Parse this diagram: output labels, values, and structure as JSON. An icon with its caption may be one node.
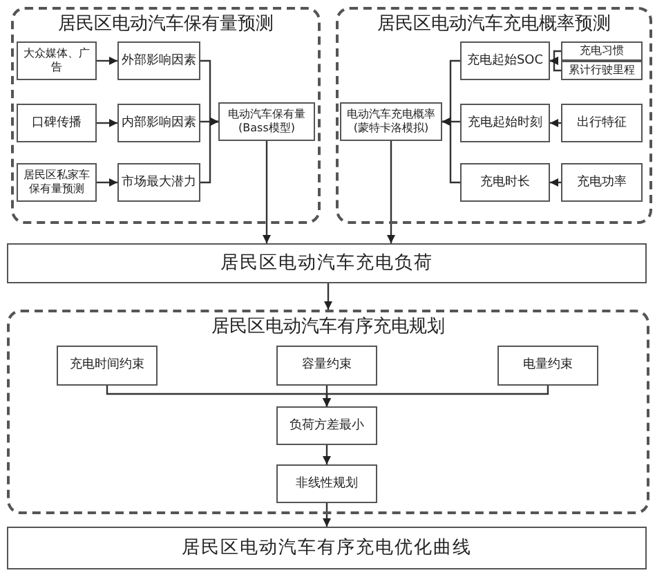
{
  "diagram": {
    "nodes": [
      {
        "text": [
          "居民区电动汽车保有量预测"
        ]
      },
      {
        "text": [
          "大众媒体、广告"
        ],
        "in": 0
      },
      {
        "text": [
          "外部影响因素"
        ],
        "in": 0
      },
      {
        "text": [
          "口碑传播"
        ],
        "in": 0
      },
      {
        "text": [
          "内部影响因素"
        ],
        "in": 0
      },
      {
        "text": [
          "居民区私家车保有量预测"
        ],
        "in": 0
      },
      {
        "text": [
          "市场最大潜力"
        ],
        "in": 0
      },
      {
        "text": [
          "电动汽车保有量 (Bass模型)"
        ],
        "in": 0
      },
      {
        "text": [
          "居民区电动汽车充电概率预测"
        ]
      },
      {
        "text": [
          "电动汽车充电概率 (蒙特卡洛模拟)"
        ],
        "in": 8
      },
      {
        "text": [
          "充电起始SOC"
        ],
        "in": 8
      },
      {
        "text": [
          "充电习惯"
        ],
        "in": 8
      },
      {
        "text": [
          "累计行驶里程"
        ],
        "in": 8
      },
      {
        "text": [
          "充电起始时刻"
        ],
        "in": 8
      },
      {
        "text": [
          "出行特征"
        ],
        "in": 8
      },
      {
        "text": [
          "充电时长"
        ],
        "in": 8
      },
      {
        "text": [
          "充电功率"
        ],
        "in": 8
      },
      {
        "text": [
          "居民区电动汽车充电负荷"
        ]
      },
      {
        "text": [
          "居民区电动汽车有序充电规划"
        ]
      },
      {
        "text": [
          "充电时间约束"
        ],
        "in": 18
      },
      {
        "text": [
          "容量约束"
        ],
        "in": 18
      },
      {
        "text": [
          "电量约束"
        ],
        "in": 18
      },
      {
        "text": [
          "负荷方差最小"
        ],
        "in": 18
      },
      {
        "text": [
          "非线性规划"
        ],
        "in": 18
      },
      {
        "text": [
          "居民区电动汽车有序充电优化曲线"
        ]
      }
    ],
    "edges": [
      {
        "from": 1,
        "to": 2,
        "arrow": "to"
      },
      {
        "from": 3,
        "to": 4,
        "arrow": "to"
      },
      {
        "from": 5,
        "to": 6,
        "arrow": "to"
      },
      {
        "from": 2,
        "to": 7,
        "arrow": "to"
      },
      {
        "from": 4,
        "to": 7,
        "arrow": "to"
      },
      {
        "from": 6,
        "to": 7,
        "arrow": "to"
      },
      {
        "from": 11,
        "to": 10,
        "arrow": "to"
      },
      {
        "from": 12,
        "to": 10,
        "arrow": "to"
      },
      {
        "from": 14,
        "to": 13,
        "arrow": "to"
      },
      {
        "from": 16,
        "to": 15,
        "arrow": "to"
      },
      {
        "from": 10,
        "to": 9,
        "arrow": "to"
      },
      {
        "from": 13,
        "to": 9,
        "arrow": "to"
      },
      {
        "from": 15,
        "to": 9,
        "arrow": "to"
      },
      {
        "from": 7,
        "to": 17,
        "arrow": "to"
      },
      {
        "from": 9,
        "to": 17,
        "arrow": "to"
      },
      {
        "from": 17,
        "to": 18,
        "arrow": "to"
      },
      {
        "from": 19,
        "to": 22,
        "arrow": "to"
      },
      {
        "from": 20,
        "to": 22,
        "arrow": "to"
      },
      {
        "from": 21,
        "to": 22,
        "arrow": "to"
      },
      {
        "from": 22,
        "to": 23,
        "arrow": "to"
      },
      {
        "from": 23,
        "to": 24,
        "arrow": "to"
      }
    ]
  }
}
